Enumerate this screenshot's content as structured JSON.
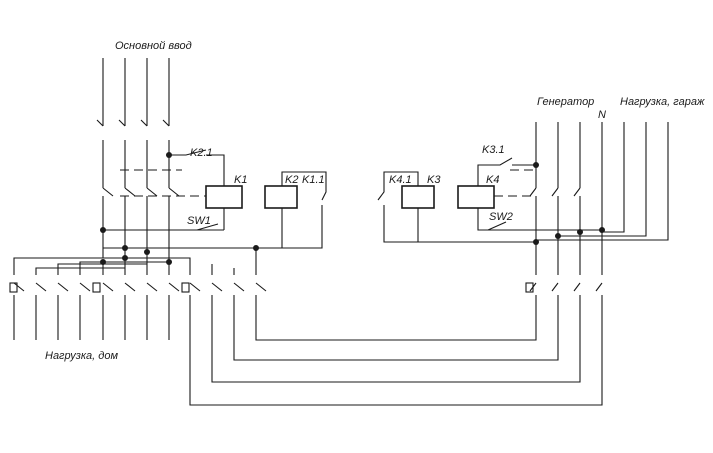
{
  "labels": {
    "main_input": "Основной ввод",
    "generator": "Генератор",
    "neutral": "N",
    "load_garage": "Нагрузка, гараж",
    "load_house": "Нагрузка, дом",
    "k2_1": "K2.1",
    "k1": "K1",
    "k2": "K2",
    "k1_1": "K1.1",
    "sw1": "SW1",
    "k4_1": "K4.1",
    "k3": "K3",
    "k4": "K4",
    "k3_1": "K3.1",
    "sw2": "SW2"
  }
}
